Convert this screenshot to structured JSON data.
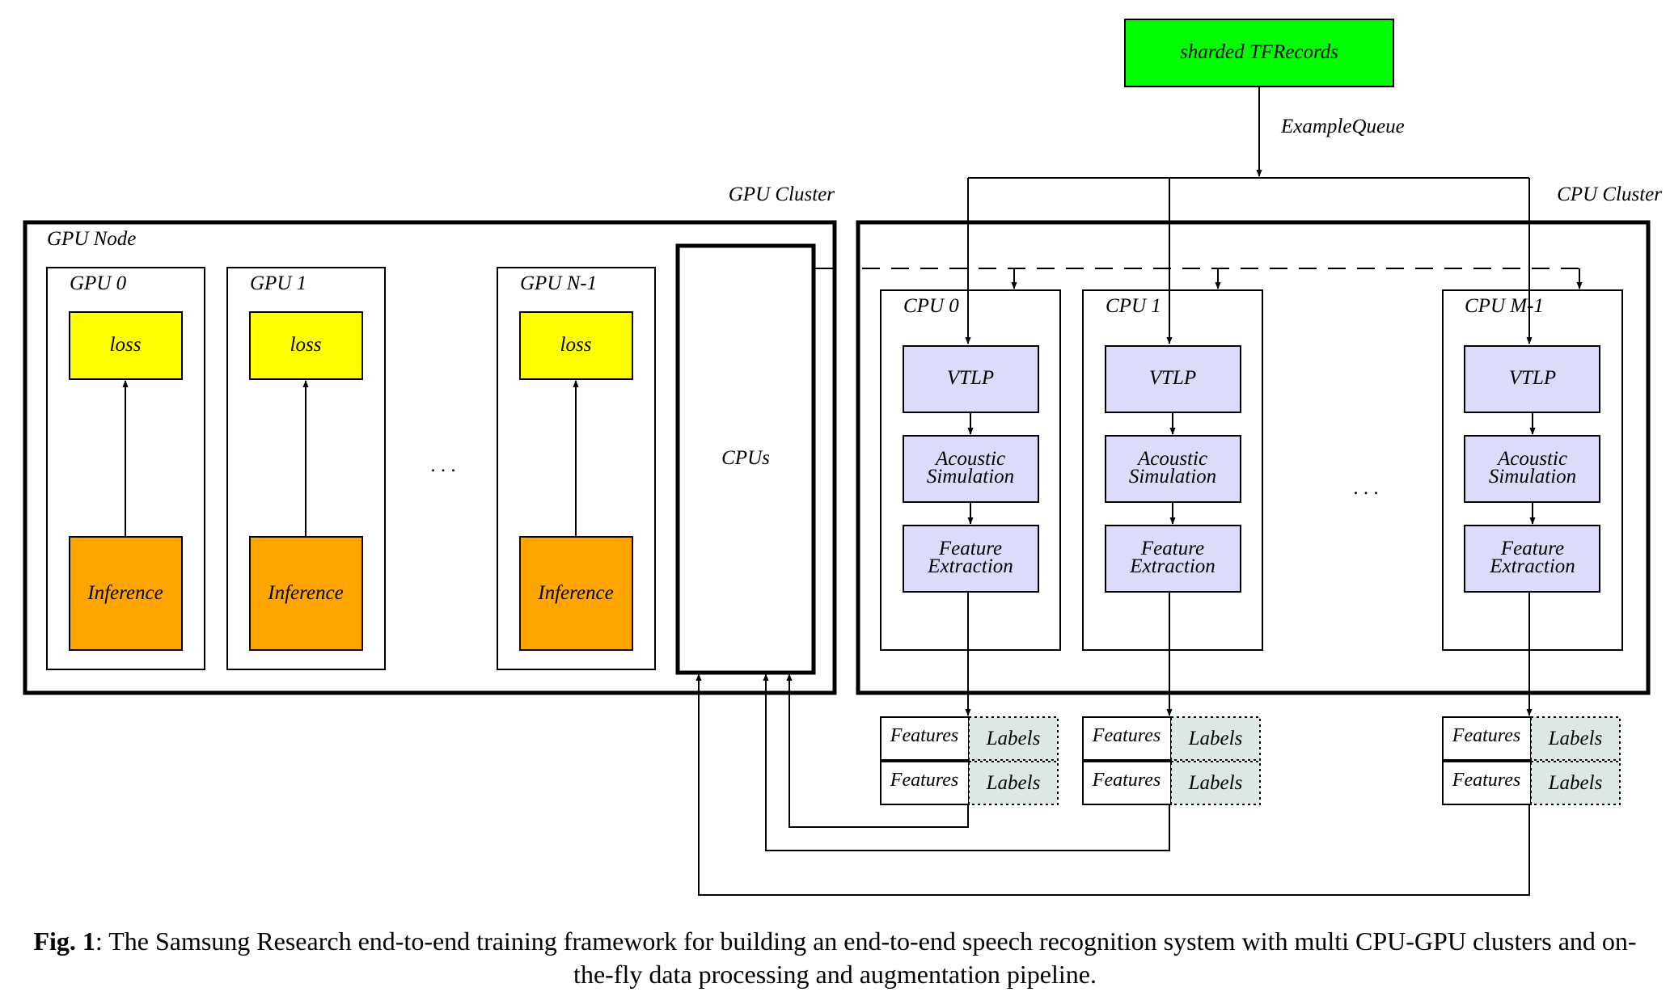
{
  "source": {
    "label": "sharded TFRecords",
    "color": "#00ff00"
  },
  "queue_label": "ExampleQueue",
  "gpu_cluster": {
    "title": "GPU Cluster",
    "node_title": "GPU Node",
    "gpus": [
      {
        "title": "GPU 0",
        "loss": "loss",
        "inference": "Inference"
      },
      {
        "title": "GPU 1",
        "loss": "loss",
        "inference": "Inference"
      },
      {
        "title": "GPU N-1",
        "loss": "loss",
        "inference": "Inference"
      }
    ],
    "ellipsis": ". . .",
    "cpus_label": "CPUs",
    "loss_color": "#ffff00",
    "inference_color": "#ffa500"
  },
  "cpu_cluster": {
    "title": "CPU Cluster",
    "cpus": [
      {
        "title": "CPU 0",
        "steps": [
          "VTLP",
          "Acoustic Simulation",
          "Feature Extraction"
        ]
      },
      {
        "title": "CPU 1",
        "steps": [
          "VTLP",
          "Acoustic Simulation",
          "Feature Extraction"
        ]
      },
      {
        "title": "CPU M-1",
        "steps": [
          "VTLP",
          "Acoustic Simulation",
          "Feature Extraction"
        ]
      }
    ],
    "ellipsis": ". . .",
    "step_color": "#dcdcfa"
  },
  "queue_items": {
    "features": "Features",
    "labels": "Labels",
    "labels_color": "#dde8e4"
  },
  "caption": {
    "label": "Fig. 1",
    "text": ": The Samsung Research end-to-end training framework for building an end-to-end speech recognition system with multi CPU-GPU clusters and on-the-fly data processing and augmentation pipeline."
  }
}
